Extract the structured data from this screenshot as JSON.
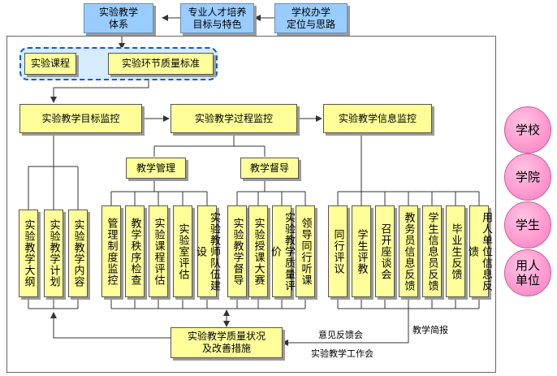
{
  "top_boxes": [
    "实验教学\n体系",
    "专业人才培养\n目标与特色",
    "学校办学\n定位与思路"
  ],
  "course": "实验课程",
  "standard": "实验环节质量标准",
  "monitor": [
    "实验教学目标监控",
    "实验教学过程监控",
    "实验教学信息监控"
  ],
  "teaching_management": "教学管理",
  "teaching_supervision": "教学督导",
  "goal_items": [
    "实验教学大纲",
    "实验教学计划",
    "实验教学内容"
  ],
  "management_items": [
    "管理制度监控",
    "教学秩序检查",
    "实验课程评估",
    "实验室评估",
    "实验教师队伍建设"
  ],
  "supervision_items": [
    "实验教学督导",
    "实验授课大赛",
    "实验教学质量评价",
    "领导同行听课"
  ],
  "info_items": [
    "同行评议",
    "学生评教",
    "召开座谈会",
    "教务员信息反馈",
    "学生信息员反馈",
    "毕业生反馈",
    "用人单位信息反馈"
  ],
  "quality": "实验教学质量状况\n及改善措施",
  "feedback_label": "意见反馈会",
  "briefing_label": "教学简报",
  "work_meeting_label": "实验教学工作会",
  "stakeholders": [
    "学校",
    "学院",
    "学生",
    "用人\n单位"
  ]
}
